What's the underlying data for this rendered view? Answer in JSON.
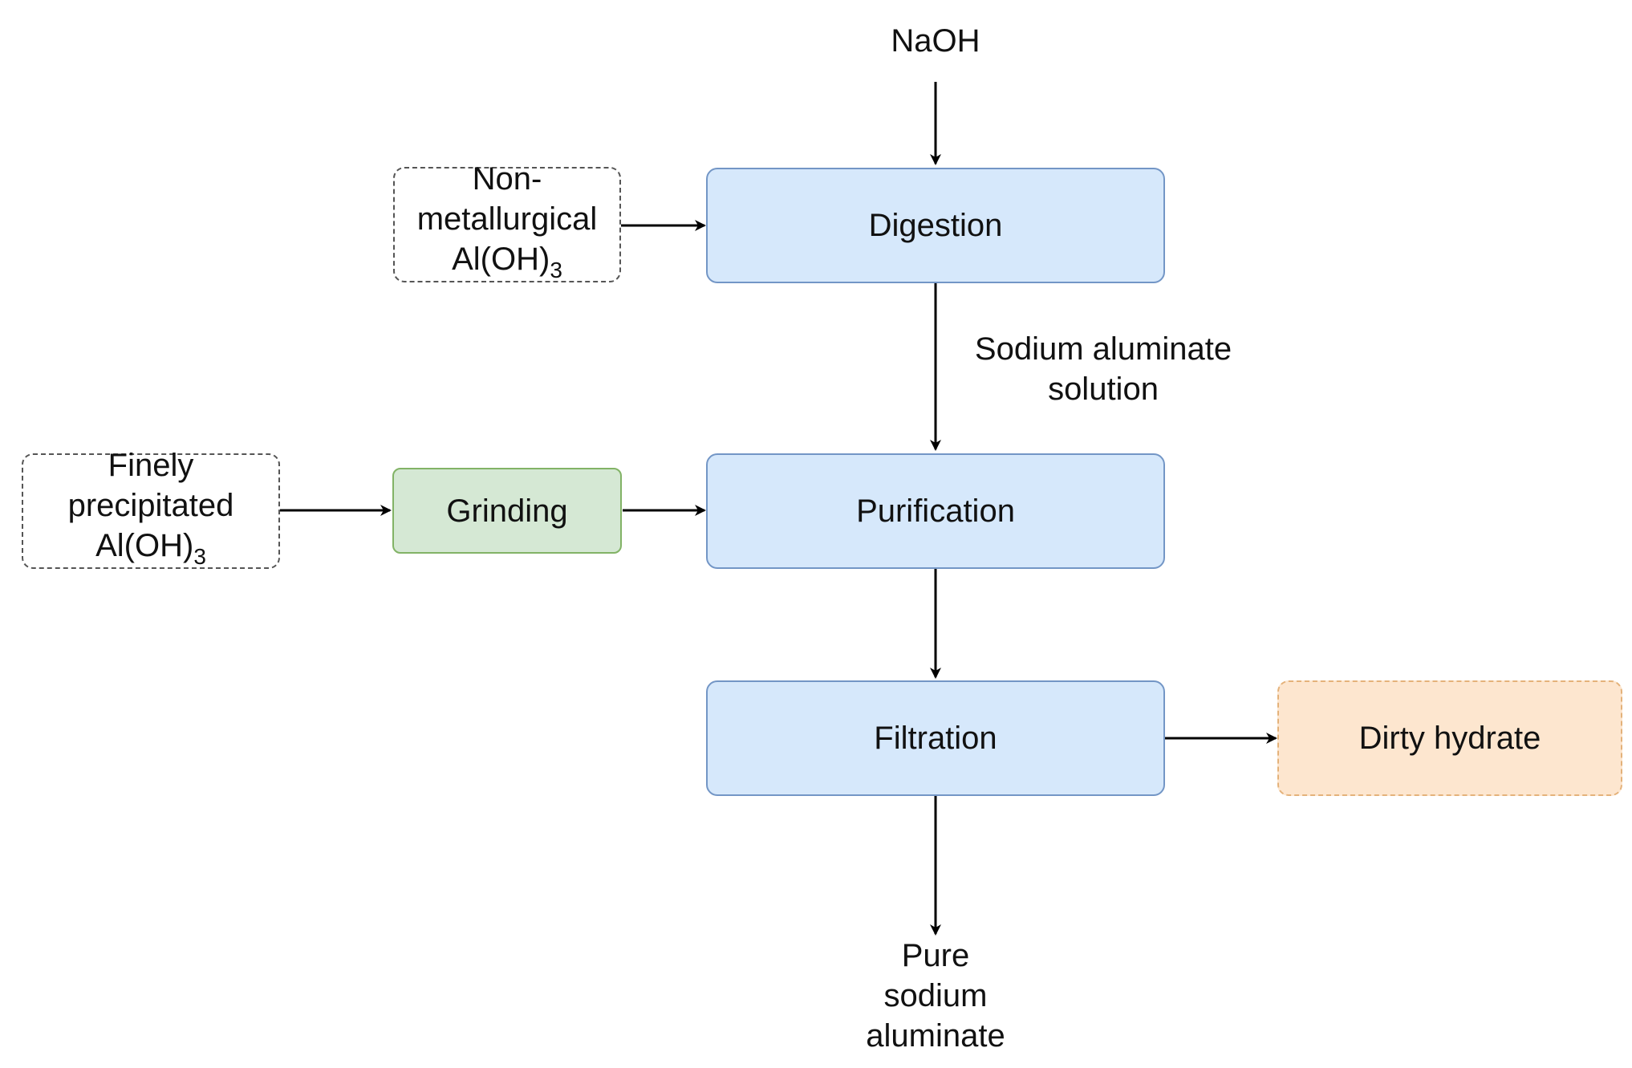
{
  "inputs": {
    "naoh": "NaOH",
    "non_metallurgical": {
      "line1": "Non-",
      "line2": "metallurgical",
      "line3": "Al(OH)",
      "sub": "3"
    },
    "finely_precipitated": {
      "line1": "Finely",
      "line2": "precipitated",
      "line3": "Al(OH)",
      "sub": "3"
    }
  },
  "processes": {
    "digestion": "Digestion",
    "grinding": "Grinding",
    "purification": "Purification",
    "filtration": "Filtration"
  },
  "outputs": {
    "dirty_hydrate": "Dirty hydrate",
    "pure": {
      "line1": "Pure",
      "line2": "sodium",
      "line3": "aluminate"
    }
  },
  "edge_labels": {
    "sodium_aluminate": {
      "line1": "Sodium aluminate",
      "line2": "solution"
    }
  },
  "colors": {
    "process_fill": "#d6e8fb",
    "process_border": "#7396c6",
    "grinding_fill": "#d5e8d4",
    "grinding_border": "#82b366",
    "output_fill": "#fde6cf",
    "output_border": "#e4b27a",
    "arrow": "#000000"
  }
}
